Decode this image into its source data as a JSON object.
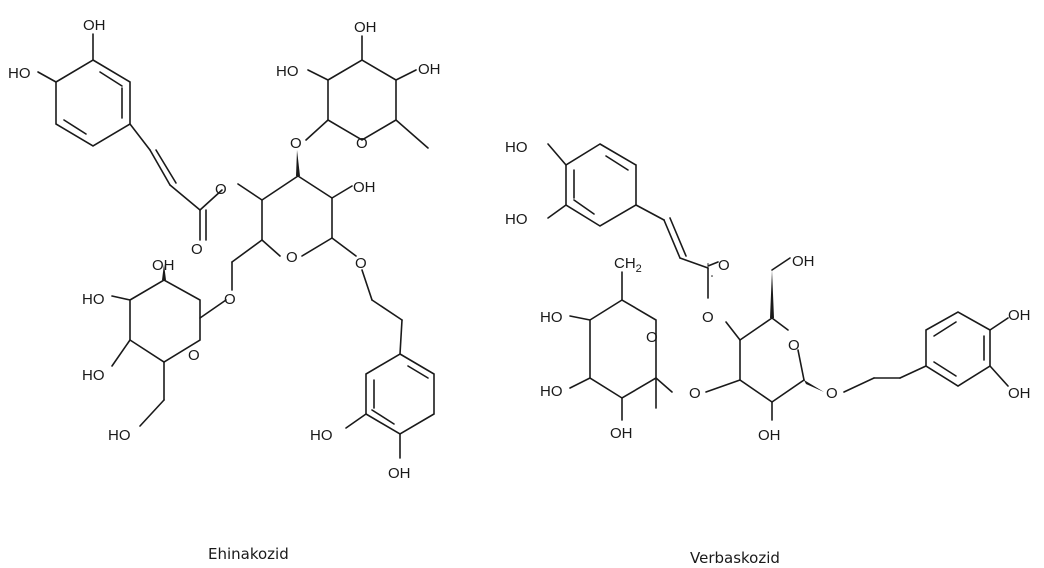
{
  "captions": {
    "left": "Ehinakozid",
    "right": "Verbaskozid"
  },
  "atom_labels": {
    "hydroxyl": "OH",
    "hydroxyl_left": "HO",
    "oxygen": "O",
    "methylene": "CH",
    "methylene_subscript": "2"
  }
}
